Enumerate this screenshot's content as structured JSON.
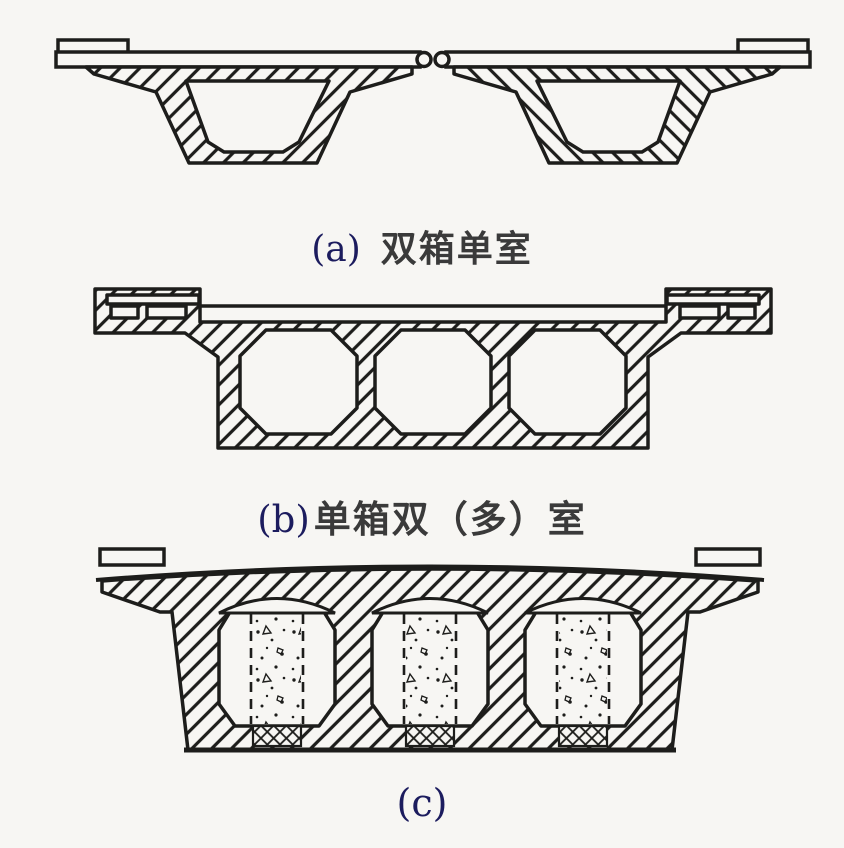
{
  "page": {
    "type": "technical-diagram",
    "subject": "box girder bridge cross-sections"
  },
  "colors": {
    "background": "#f7f6f3",
    "ink": "#1d1d1b",
    "label_letter": "#1c1c5e",
    "caption_text": "#3a3a3a"
  },
  "figures": {
    "a": {
      "paren_open": "(",
      "letter": "a",
      "paren_close": ")",
      "caption": "双箱单室"
    },
    "b": {
      "paren_open": "(",
      "letter": "b",
      "paren_close": ")",
      "caption": "单箱双（多）室"
    },
    "c": {
      "paren_open": "(",
      "letter": "c",
      "paren_close": ")",
      "caption": ""
    }
  }
}
